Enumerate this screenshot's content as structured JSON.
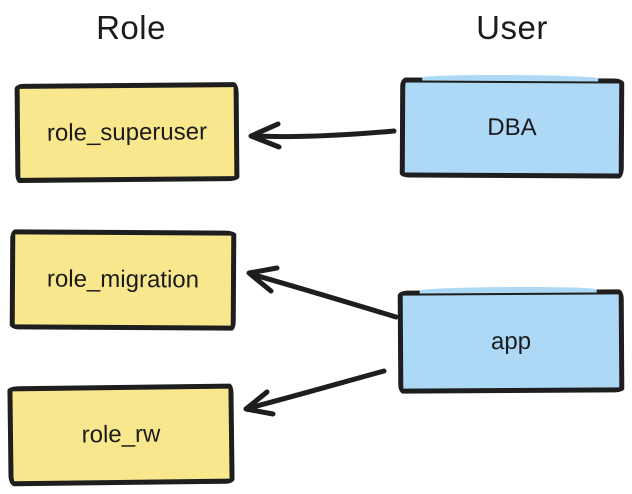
{
  "diagram": {
    "background_color": "#ffffff",
    "stroke_color": "#1e1e1e",
    "columns": [
      {
        "title": "Role",
        "fill": "#f9e78e"
      },
      {
        "title": "User",
        "fill": "#add9f7"
      }
    ],
    "nodes": [
      {
        "id": "role_superuser",
        "label": "role_superuser",
        "group": "Role"
      },
      {
        "id": "role_migration",
        "label": "role_migration",
        "group": "Role"
      },
      {
        "id": "role_rw",
        "label": "role_rw",
        "group": "Role"
      },
      {
        "id": "DBA",
        "label": "DBA",
        "group": "User"
      },
      {
        "id": "app",
        "label": "app",
        "group": "User"
      }
    ],
    "edges": [
      {
        "from": "DBA",
        "to": "role_superuser"
      },
      {
        "from": "app",
        "to": "role_migration"
      },
      {
        "from": "app",
        "to": "role_rw"
      }
    ]
  }
}
